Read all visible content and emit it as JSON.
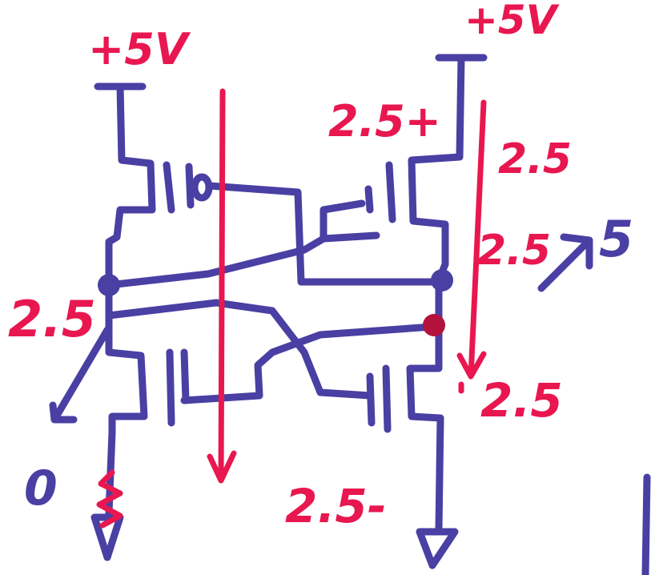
{
  "labels": {
    "supply_left": "+5V",
    "supply_right": "+5V",
    "node_left": "2.5",
    "ground_left": "0",
    "pmos_right_vsd": "2.5+",
    "pmos_right_gate": "2.5",
    "out_right_top": "2.5",
    "out_right_bottom": "2.5",
    "nmos_right": "2.5-",
    "arrow_value": "5"
  },
  "colors": {
    "wire": "#4a3fa3",
    "annotation": "#e8174f",
    "node_dot": "#b3123c"
  }
}
